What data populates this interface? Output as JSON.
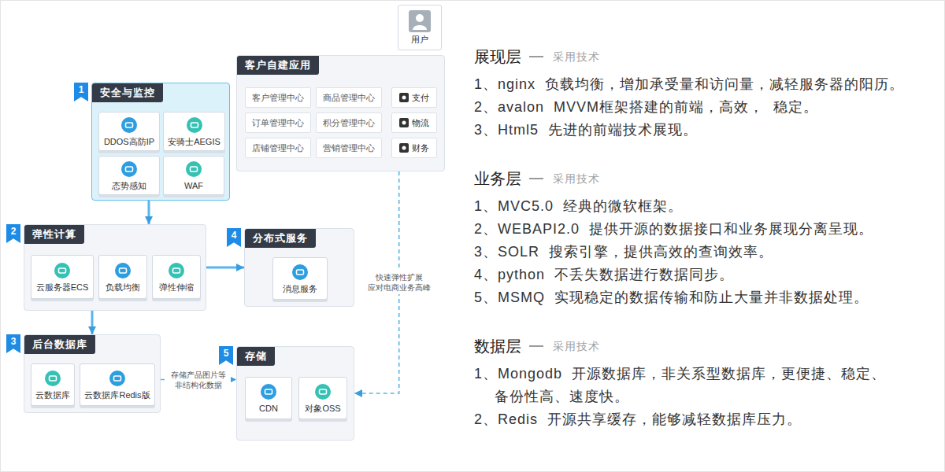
{
  "diagram": {
    "nodes": [
      {
        "text": [
          "客户自建应用"
        ]
      },
      {
        "text": [
          "客户管理中心"
        ],
        "in": 0
      },
      {
        "text": [
          "订单管理中心"
        ],
        "in": 0
      },
      {
        "text": [
          "商品管理中心"
        ],
        "in": 0
      },
      {
        "text": [
          "积分管理中心"
        ],
        "in": 0
      },
      {
        "text": [
          "营销管理中心"
        ],
        "in": 0
      },
      {
        "text": [
          "店铺管理中心"
        ],
        "in": 0
      },
      {
        "text": [
          "支付"
        ],
        "in": 0
      },
      {
        "text": [
          "物流"
        ],
        "in": 0
      },
      {
        "text": [
          "财务"
        ],
        "in": 0
      },
      {
        "text": [
          "用户"
        ]
      },
      {
        "text": [
          "安全与监控"
        ]
      },
      {
        "text": [
          "DDOS高防IP"
        ],
        "in": 11
      },
      {
        "text": [
          "安骑士AEGIS"
        ],
        "in": 11
      },
      {
        "text": [
          "态势感知"
        ],
        "in": 11
      },
      {
        "text": [
          "WAF"
        ],
        "in": 11
      },
      {
        "text": [
          "弹性计算"
        ]
      },
      {
        "text": [
          "云服务器ECS"
        ],
        "in": 16
      },
      {
        "text": [
          "负载均衡"
        ],
        "in": 16
      },
      {
        "text": [
          "弹性伸缩"
        ],
        "in": 16
      },
      {
        "text": [
          "后台数据库"
        ]
      },
      {
        "text": [
          "云数据库"
        ],
        "in": 20
      },
      {
        "text": [
          "云数据库Redis版"
        ],
        "in": 20
      },
      {
        "text": [
          "分布式服务"
        ]
      },
      {
        "text": [
          "消息服务"
        ],
        "in": 23
      },
      {
        "text": [
          "存储"
        ]
      },
      {
        "text": [
          "CDN"
        ],
        "in": 25
      },
      {
        "text": [
          "对象OSS"
        ],
        "in": 25
      }
    ],
    "edges": [
      {
        "from": 11,
        "to": 16,
        "arrow": "to"
      },
      {
        "from": 16,
        "to": 20,
        "arrow": "to"
      },
      {
        "from": 16,
        "to": 23,
        "arrow": "to"
      },
      {
        "from": 0,
        "to": 25,
        "label": "快速弹性扩展 应对电商业务高峰",
        "arrow": "to"
      },
      {
        "from": 20,
        "to": 25,
        "label": "存储产品图片等 非结构化数据",
        "arrow": "to"
      }
    ],
    "labels": [
      "1",
      "2",
      "3",
      "4",
      "5",
      "展现层",
      "采用技术",
      "1、nginx  负载均衡，增加承受量和访问量，减轻服务器的阳历。",
      "2、avalon  MVVM框架搭建的前端，高效，  稳定。",
      "3、Html5  先进的前端技术展现。",
      "业务层",
      "采用技术",
      "1、MVC5.0  经典的微软框架。",
      "2、WEBAPI2.0  提供开源的数据接口和业务展现分离呈现。",
      "3、SOLR  搜索引擎，提供高效的查询效率。",
      "4、python  不丢失数据进行数据同步。",
      "5、MSMQ  实现稳定的数据传输和防止大量并非数据处理。",
      "数据层",
      "采用技术",
      "1、Mongodb  开源数据库，非关系型数据库，更便捷、稳定、 备份性高、速度快。",
      "2、Redis  开源共享缓存，能够减轻数据库压力。"
    ]
  }
}
